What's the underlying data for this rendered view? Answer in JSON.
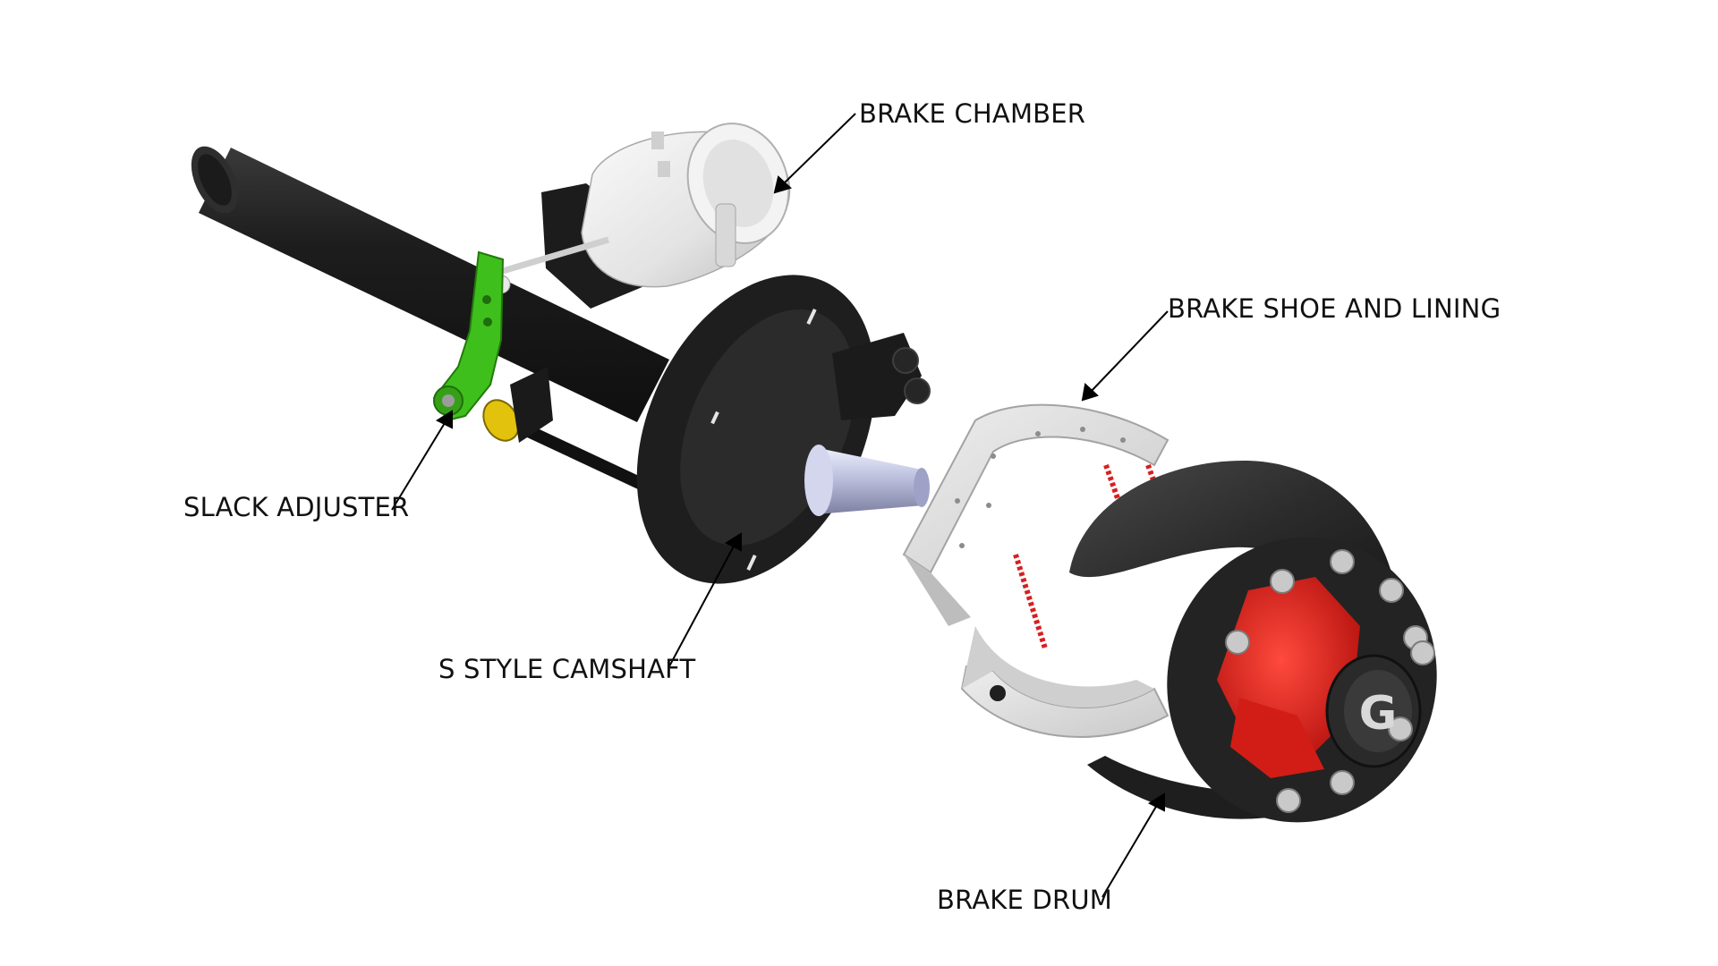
{
  "labels": {
    "brake_chamber": "BRAKE CHAMBER",
    "brake_shoe": "BRAKE SHOE AND LINING",
    "slack_adjuster": "SLACK ADJUSTER",
    "camshaft": "S STYLE CAMSHAFT",
    "brake_drum": "BRAKE DRUM"
  },
  "hub_logo": "G",
  "colors": {
    "background": "#ffffff",
    "axle": "#262626",
    "slack_adjuster": "#3fbf1c",
    "chamber": "#e9e9e9",
    "lining": "#dcdcdc",
    "springs": "#d81f1f",
    "hub": "#e0241b",
    "spider": "#1e1e1e",
    "label_text": "#111111"
  }
}
